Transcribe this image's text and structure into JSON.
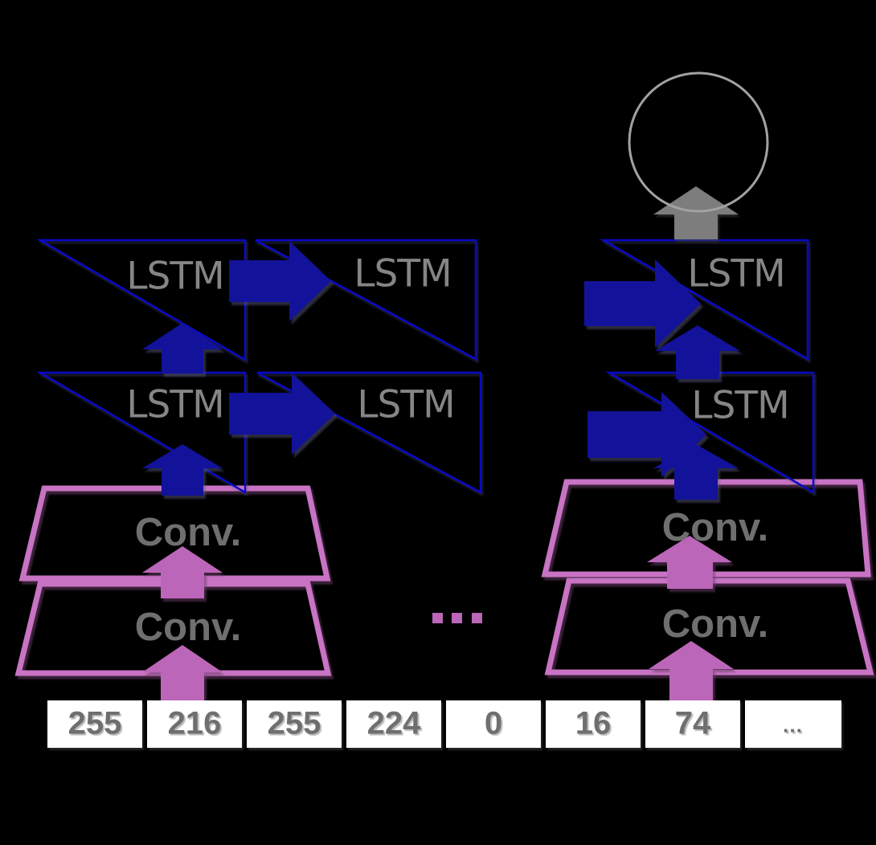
{
  "palette": {
    "background": "#000000",
    "navy_arrow": "#12129a",
    "blue_outline": "#0a0ac8",
    "lstm_text": "#858585",
    "conv_text": "#6f6f6f",
    "gray_arrow": "#7d7d7d",
    "circle_stroke": "#a2a2a2",
    "pink_stroke": "#c873c4",
    "pink_arrow": "#bb66b8",
    "cell_fill": "#ffffff",
    "byte_text": "#6f6f6f"
  },
  "labels": {
    "lstm": "LSTM",
    "conv": "Conv."
  },
  "network": {
    "lstm_rows": 2,
    "conv_layers_per_column": 2,
    "timestep_columns_visible": 3,
    "output_node_shape": "circle"
  },
  "input_row": {
    "values": [
      "255",
      "216",
      "255",
      "224",
      "0",
      "16",
      "74",
      "…"
    ]
  }
}
